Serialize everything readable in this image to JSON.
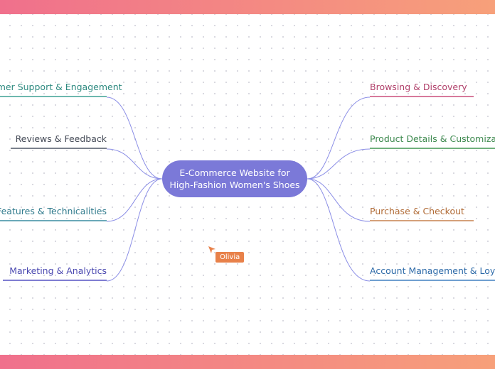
{
  "central": {
    "line1": "E-Commerce Website for",
    "line2": "High-Fashion Women's Shoes",
    "color": "#7b79d8"
  },
  "right_branches": [
    {
      "label": "Browsing & Discovery",
      "color": "#b0406a"
    },
    {
      "label": "Product Details & Customization",
      "color": "#3e8a4f"
    },
    {
      "label": "Purchase & Checkout",
      "color": "#b06a35"
    },
    {
      "label": "Account Management & Loyalty",
      "color": "#2d6aa8"
    }
  ],
  "left_branches": [
    {
      "label": "Customer Support & Engagement",
      "color": "#2e8a80"
    },
    {
      "label": "Reviews & Feedback",
      "color": "#454b57"
    },
    {
      "label": "Mobile Features & Technicalities",
      "color": "#2f7a8c"
    },
    {
      "label": "Marketing & Analytics",
      "color": "#4a48b0"
    }
  ],
  "collaborator": {
    "name": "Olivia",
    "color": "#e8814a"
  },
  "link_color": "#8b8ee6"
}
